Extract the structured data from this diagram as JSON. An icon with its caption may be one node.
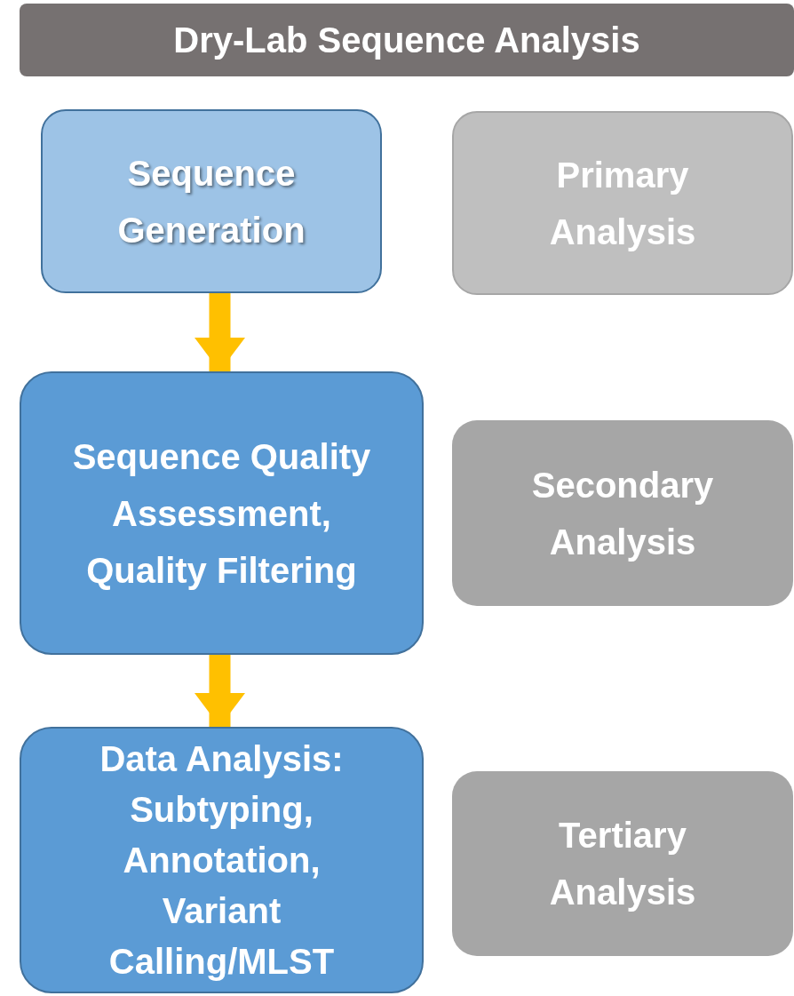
{
  "diagram": {
    "nodes": [
      {
        "text": [
          "Dry-Lab Sequence Analysis"
        ]
      },
      {
        "text": [
          "Sequence Generation"
        ]
      },
      {
        "text": [
          "Primary Analysis"
        ]
      },
      {
        "text": [
          "Sequence Quality Assessment, Quality Filtering"
        ]
      },
      {
        "text": [
          "Secondary Analysis"
        ]
      },
      {
        "text": [
          "Data Analysis: Subtyping, Annotation, Variant Calling/MLST"
        ]
      },
      {
        "text": [
          "Tertiary Analysis"
        ]
      }
    ],
    "edges": [
      {
        "from": 1,
        "to": 3,
        "arrow": "to"
      },
      {
        "from": 3,
        "to": 5,
        "arrow": "to"
      }
    ]
  }
}
